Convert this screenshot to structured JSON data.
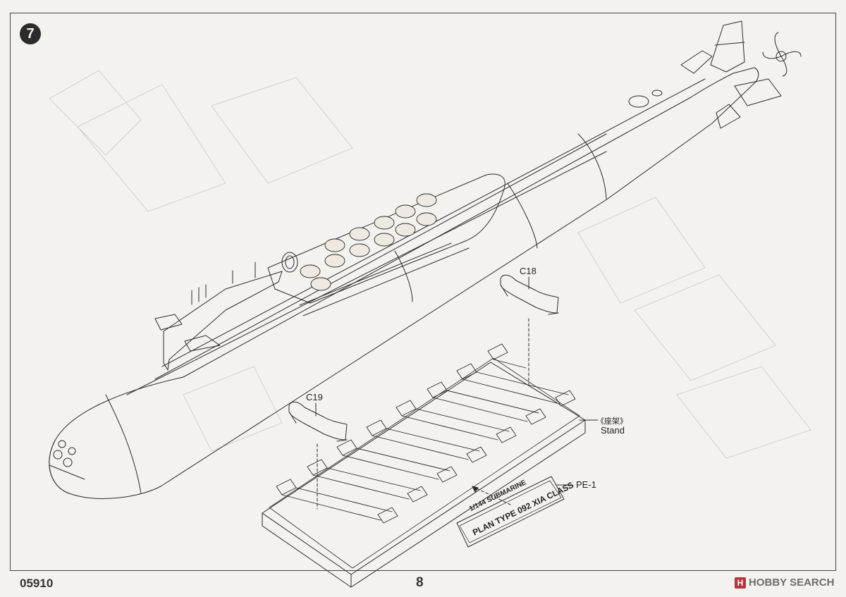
{
  "step": {
    "number": "7"
  },
  "parts": {
    "c18": "C18",
    "c19": "C19",
    "stand_cn": "《座架》",
    "stand_en": "Stand",
    "pe1": "PE-1"
  },
  "nameplate": {
    "line1": "1/144 SUBMARINE",
    "line2": "PLAN TYPE 092 XIA CLASS"
  },
  "footer": {
    "code": "05910",
    "page": "8"
  },
  "watermark": {
    "logo": "H",
    "text": "HOBBY SEARCH"
  },
  "colors": {
    "paper": "#f3f2ee",
    "ink": "#2b2b2b",
    "watermark_red": "#b7343a"
  }
}
